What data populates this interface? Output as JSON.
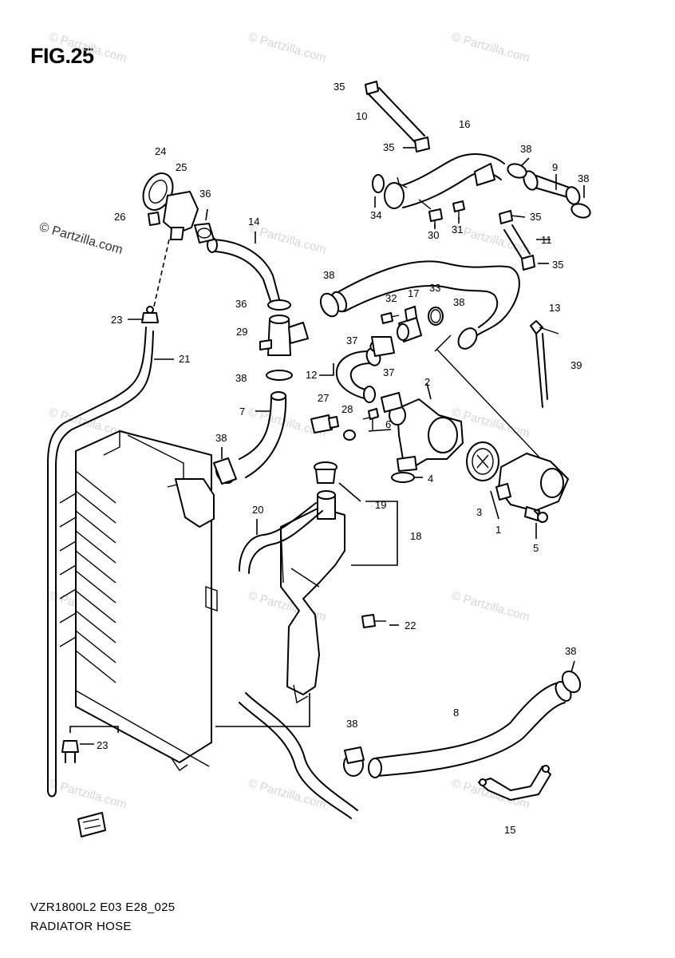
{
  "figure": {
    "title": "FIG.25",
    "model_code": "VZR1800L2 E03 E28_025",
    "section_name": "RADIATOR HOSE",
    "copyright": "© Partzilla.com",
    "watermark": "© Partzilla.com"
  },
  "callouts": [
    {
      "id": "c1",
      "label": "1"
    },
    {
      "id": "c2",
      "label": "2"
    },
    {
      "id": "c3",
      "label": "3"
    },
    {
      "id": "c4",
      "label": "4"
    },
    {
      "id": "c5",
      "label": "5"
    },
    {
      "id": "c6",
      "label": "6"
    },
    {
      "id": "c7",
      "label": "7"
    },
    {
      "id": "c8",
      "label": "8"
    },
    {
      "id": "c9",
      "label": "9"
    },
    {
      "id": "c10",
      "label": "10"
    },
    {
      "id": "c11",
      "label": "11"
    },
    {
      "id": "c12",
      "label": "12"
    },
    {
      "id": "c13",
      "label": "13"
    },
    {
      "id": "c14",
      "label": "14"
    },
    {
      "id": "c15",
      "label": "15"
    },
    {
      "id": "c16",
      "label": "16"
    },
    {
      "id": "c17",
      "label": "17"
    },
    {
      "id": "c18",
      "label": "18"
    },
    {
      "id": "c19",
      "label": "19"
    },
    {
      "id": "c20",
      "label": "20"
    },
    {
      "id": "c21",
      "label": "21"
    },
    {
      "id": "c22",
      "label": "22"
    },
    {
      "id": "c23a",
      "label": "23"
    },
    {
      "id": "c23b",
      "label": "23"
    },
    {
      "id": "c24",
      "label": "24"
    },
    {
      "id": "c25",
      "label": "25"
    },
    {
      "id": "c26",
      "label": "26"
    },
    {
      "id": "c27",
      "label": "27"
    },
    {
      "id": "c28",
      "label": "28"
    },
    {
      "id": "c29",
      "label": "29"
    },
    {
      "id": "c30",
      "label": "30"
    },
    {
      "id": "c31",
      "label": "31"
    },
    {
      "id": "c32",
      "label": "32"
    },
    {
      "id": "c33",
      "label": "33"
    },
    {
      "id": "c34",
      "label": "34"
    },
    {
      "id": "c35a",
      "label": "35"
    },
    {
      "id": "c35b",
      "label": "35"
    },
    {
      "id": "c35c",
      "label": "35"
    },
    {
      "id": "c35d",
      "label": "35"
    },
    {
      "id": "c36a",
      "label": "36"
    },
    {
      "id": "c36b",
      "label": "36"
    },
    {
      "id": "c37a",
      "label": "37"
    },
    {
      "id": "c37b",
      "label": "37"
    },
    {
      "id": "c38a",
      "label": "38"
    },
    {
      "id": "c38b",
      "label": "38"
    },
    {
      "id": "c38c",
      "label": "38"
    },
    {
      "id": "c38d",
      "label": "38"
    },
    {
      "id": "c38e",
      "label": "38"
    },
    {
      "id": "c38f",
      "label": "38"
    },
    {
      "id": "c38g",
      "label": "38"
    },
    {
      "id": "c38h",
      "label": "38"
    },
    {
      "id": "c39",
      "label": "39"
    }
  ]
}
